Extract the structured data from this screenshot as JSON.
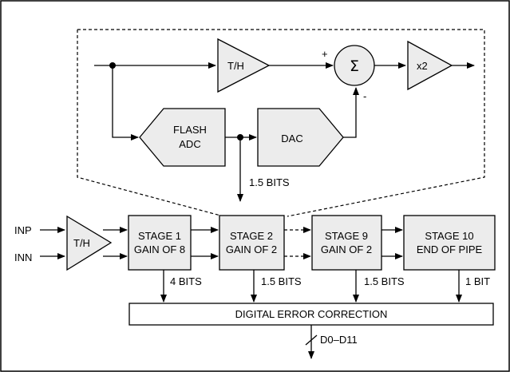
{
  "pipeline_stage": {
    "track_hold": "T/H",
    "sum_symbol": "Σ",
    "plus_sign": "+",
    "minus_sign": "-",
    "gain_label": "x2",
    "flash_adc": [
      "FLASH",
      "ADC"
    ],
    "dac": "DAC",
    "stage_output_bits": "1.5 BITS"
  },
  "inputs": {
    "inp": "INP",
    "inn": "INN"
  },
  "input_track_hold": "T/H",
  "stages": [
    {
      "name": "STAGE 1",
      "gain": "GAIN OF 8",
      "bits": "4 BITS"
    },
    {
      "name": "STAGE 2",
      "gain": "GAIN OF 2",
      "bits": "1.5 BITS"
    },
    {
      "name": "STAGE 9",
      "gain": "GAIN OF 2",
      "bits": "1.5 BITS"
    },
    {
      "name": "STAGE 10",
      "gain": "END OF PIPE",
      "bits": "1 BIT"
    }
  ],
  "correction": {
    "label": "DIGITAL ERROR CORRECTION",
    "output": "D0–D11"
  }
}
